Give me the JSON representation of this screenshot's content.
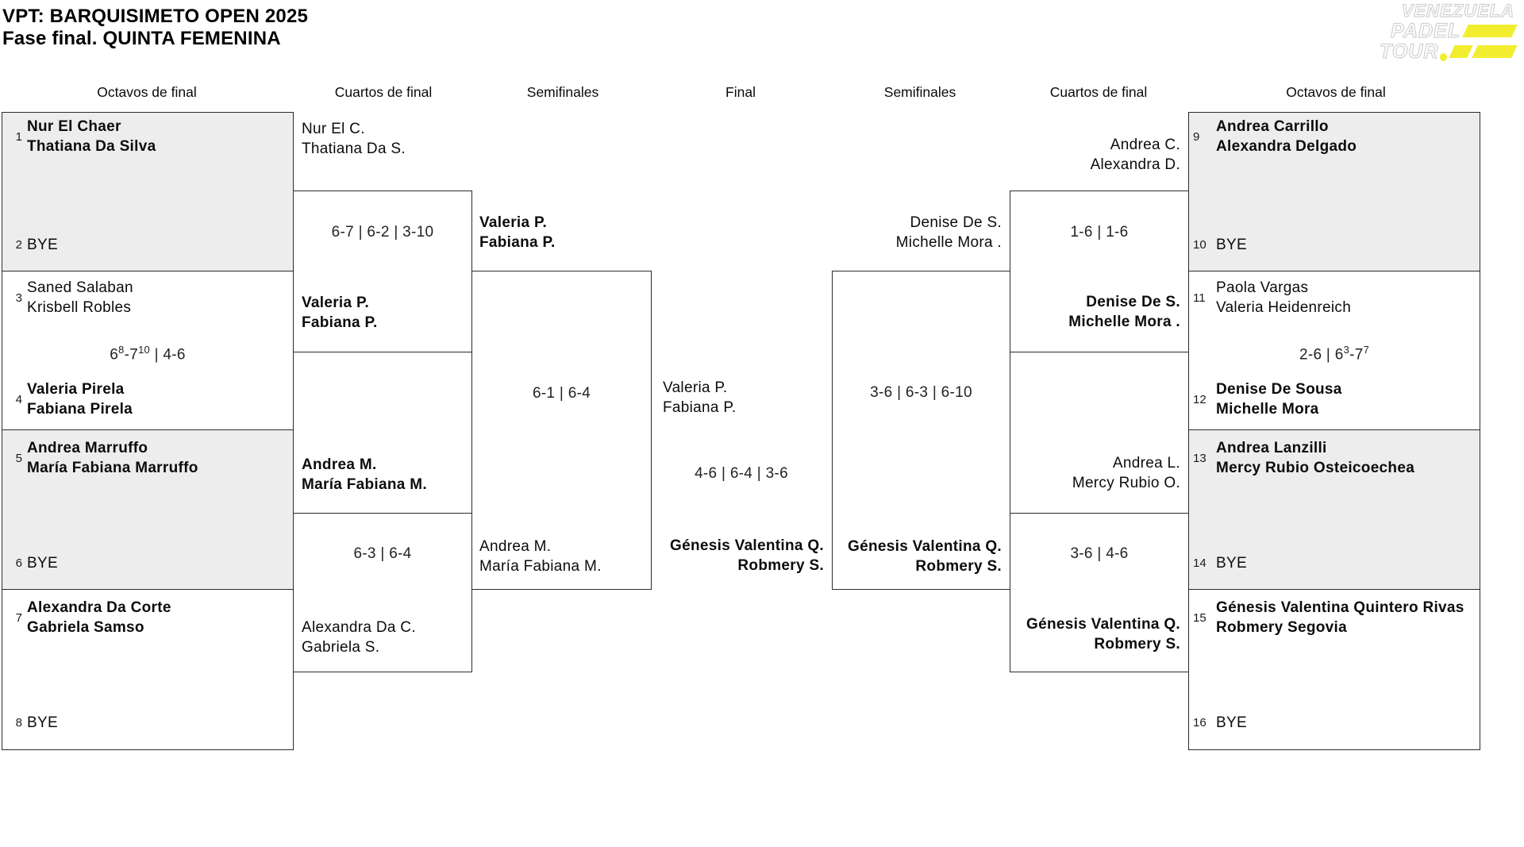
{
  "header": {
    "title_line1": "VPT: BARQUISIMETO OPEN 2025",
    "title_line2": "Fase final. QUINTA FEMENINA"
  },
  "logo": {
    "line1": "VENEZUELA",
    "line2": "PADEL",
    "line3": "TOUR",
    "accent_yellow": "#F2EE2F"
  },
  "round_headers": [
    "Octavos de final",
    "Cuartos de final",
    "Semifinales",
    "Final",
    "Semifinales",
    "Cuartos de final",
    "Octavos de final"
  ],
  "colors": {
    "box_fill_alt": "#EDEDED",
    "box_border": "#2B2B2B",
    "text": "#111111"
  },
  "r16_left": [
    {
      "seed_top": "1",
      "top1": "Nur El Chaer",
      "top2": "Thatiana Da Silva",
      "seed_bottom": "2",
      "bottom1": "BYE"
    },
    {
      "seed_top": "3",
      "top1": "Saned Salaban",
      "top2": "Krisbell Robles",
      "score": "6^8-7^10 | 4-6",
      "seed_bottom": "4",
      "bottom1": "Valeria Pirela",
      "bottom2": "Fabiana Pirela"
    },
    {
      "seed_top": "5",
      "top1": "Andrea Marruffo",
      "top2": "María Fabiana Marruffo",
      "seed_bottom": "6",
      "bottom1": "BYE"
    },
    {
      "seed_top": "7",
      "top1": "Alexandra Da Corte",
      "top2": "Gabriela Samso",
      "seed_bottom": "8",
      "bottom1": "BYE"
    }
  ],
  "r16_right": [
    {
      "seed_top": "9",
      "top1": "Andrea Carrillo",
      "top2": "Alexandra Delgado",
      "seed_bottom": "10",
      "bottom1": "BYE"
    },
    {
      "seed_top": "11",
      "top1": "Paola Vargas",
      "top2": "Valeria Heidenreich",
      "score": "2-6 | 6^3-7^7",
      "seed_bottom": "12",
      "bottom1": "Denise De Sousa",
      "bottom2": "Michelle Mora"
    },
    {
      "seed_top": "13",
      "top1": "Andrea Lanzilli",
      "top2": "Mercy Rubio Osteicoechea",
      "seed_bottom": "14",
      "bottom1": "BYE"
    },
    {
      "seed_top": "15",
      "top1": "Génesis Valentina Quintero Rivas",
      "top2": "Robmery Segovia",
      "seed_bottom": "16",
      "bottom1": "BYE"
    }
  ],
  "qf": {
    "left1": {
      "top1": "Nur El C.",
      "top2": "Thatiana Da S.",
      "score": "6-7 | 6-2 | 3-10",
      "bottom1": "Valeria P.",
      "bottom2": "Fabiana P."
    },
    "left2": {
      "top1": "Andrea M.",
      "top2": "María Fabiana M.",
      "score": "6-3 | 6-4",
      "bottom1": "Alexandra Da C.",
      "bottom2": "Gabriela S."
    },
    "right1": {
      "top1": "Andrea C.",
      "top2": "Alexandra D.",
      "score": "1-6 | 1-6",
      "bottom1": "Denise De S.",
      "bottom2": "Michelle Mora ."
    },
    "right2": {
      "top1": "Andrea L.",
      "top2": "Mercy Rubio O.",
      "score": "3-6 | 4-6",
      "bottom1": "Génesis Valentina Q.",
      "bottom2": "Robmery S."
    }
  },
  "sf": {
    "left": {
      "top1": "Valeria P.",
      "top2": "Fabiana P.",
      "score": "6-1 | 6-4",
      "bottom1": "Andrea M.",
      "bottom2": "María Fabiana M."
    },
    "right": {
      "top1": "Denise De S.",
      "top2": "Michelle Mora .",
      "score": "3-6 | 6-3 | 6-10",
      "bottom1": "Génesis Valentina Q.",
      "bottom2": "Robmery S."
    }
  },
  "final": {
    "left1": "Valeria P.",
    "left2": "Fabiana P.",
    "score": "4-6 | 6-4 | 3-6",
    "right1": "Génesis Valentina Q.",
    "right2": "Robmery S."
  }
}
